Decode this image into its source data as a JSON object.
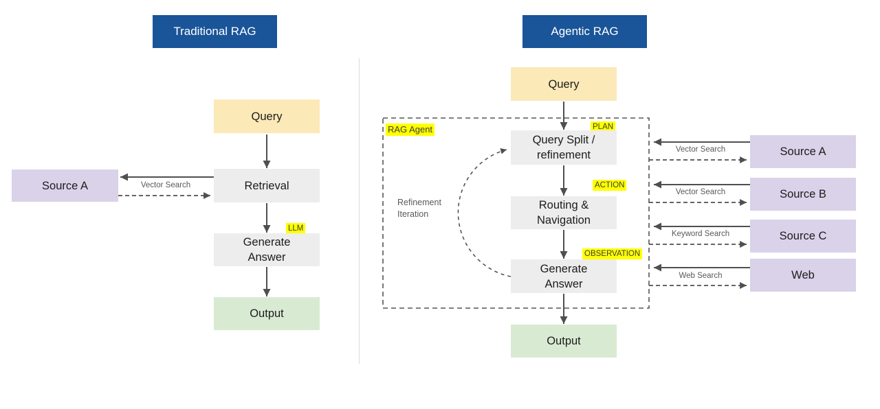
{
  "colors": {
    "title_bg": "#1a5499",
    "title_text": "#ffffff",
    "query_bg": "#fce9b8",
    "process_bg": "#ededed",
    "output_bg": "#d9ead3",
    "source_bg": "#d9d2e9",
    "highlight": "#ffff00",
    "arrow": "#4f4f4f",
    "label_text": "#595959"
  },
  "left": {
    "title": "Traditional RAG",
    "nodes": {
      "query": "Query",
      "retrieval": "Retrieval",
      "generate": [
        "Generate",
        "Answer"
      ],
      "output": "Output",
      "source": "Source A"
    },
    "llm_tag": "LLM",
    "search_label": "Vector Search"
  },
  "right": {
    "title": "Agentic RAG",
    "agent_tag": "RAG Agent",
    "nodes": {
      "query": "Query",
      "query_split": [
        "Query Split /",
        "refinement"
      ],
      "routing": [
        "Routing &",
        "Navigation"
      ],
      "generate": [
        "Generate",
        "Answer"
      ],
      "output": "Output"
    },
    "step_tags": {
      "plan": "PLAN",
      "action": "ACTION",
      "observation": "OBSERVATION"
    },
    "loop_label": [
      "Refinement",
      "Iteration"
    ],
    "sources": [
      {
        "name": "Source A",
        "search": "Vector Search"
      },
      {
        "name": "Source B",
        "search": "Vector Search"
      },
      {
        "name": "Source C",
        "search": "Keyword Search"
      },
      {
        "name": "Web",
        "search": "Web Search"
      }
    ]
  }
}
